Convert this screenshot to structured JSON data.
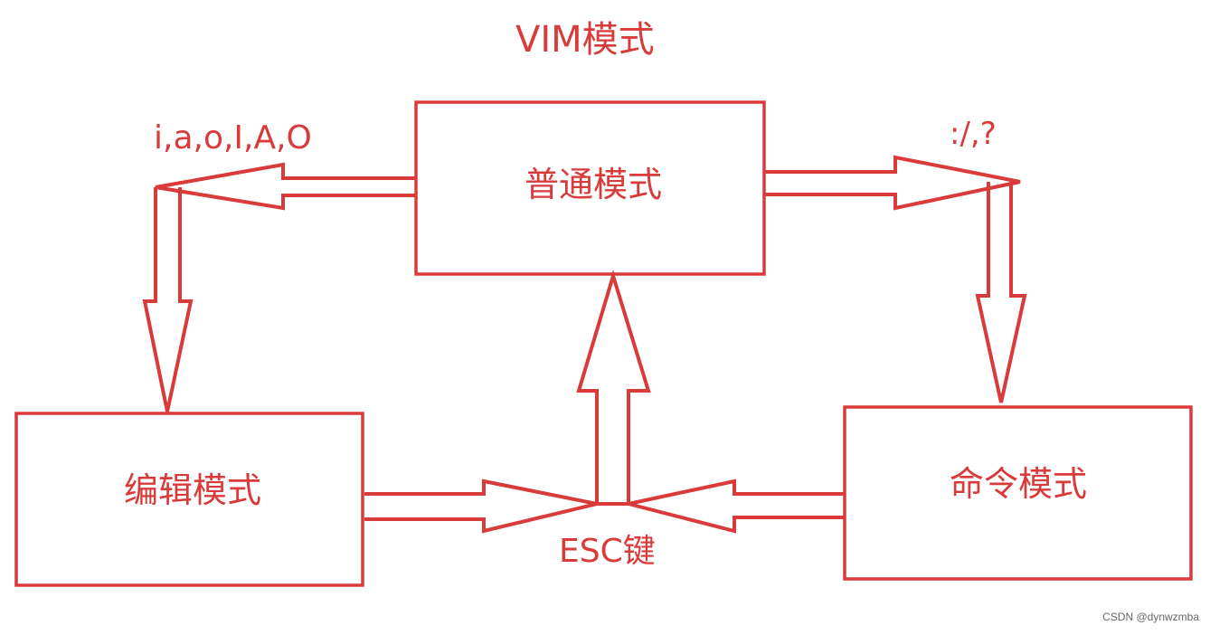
{
  "diagram": {
    "title": "VIM模式",
    "nodes": {
      "normal": "普通模式",
      "edit": "编辑模式",
      "command": "命令模式"
    },
    "edges": {
      "to_edit_keys": "i,a,o,I,A,O",
      "to_command_keys": ":/,?",
      "escape_key": "ESC键"
    },
    "accent_color": "#d93a3a"
  },
  "watermark": "CSDN @dynwzmba"
}
